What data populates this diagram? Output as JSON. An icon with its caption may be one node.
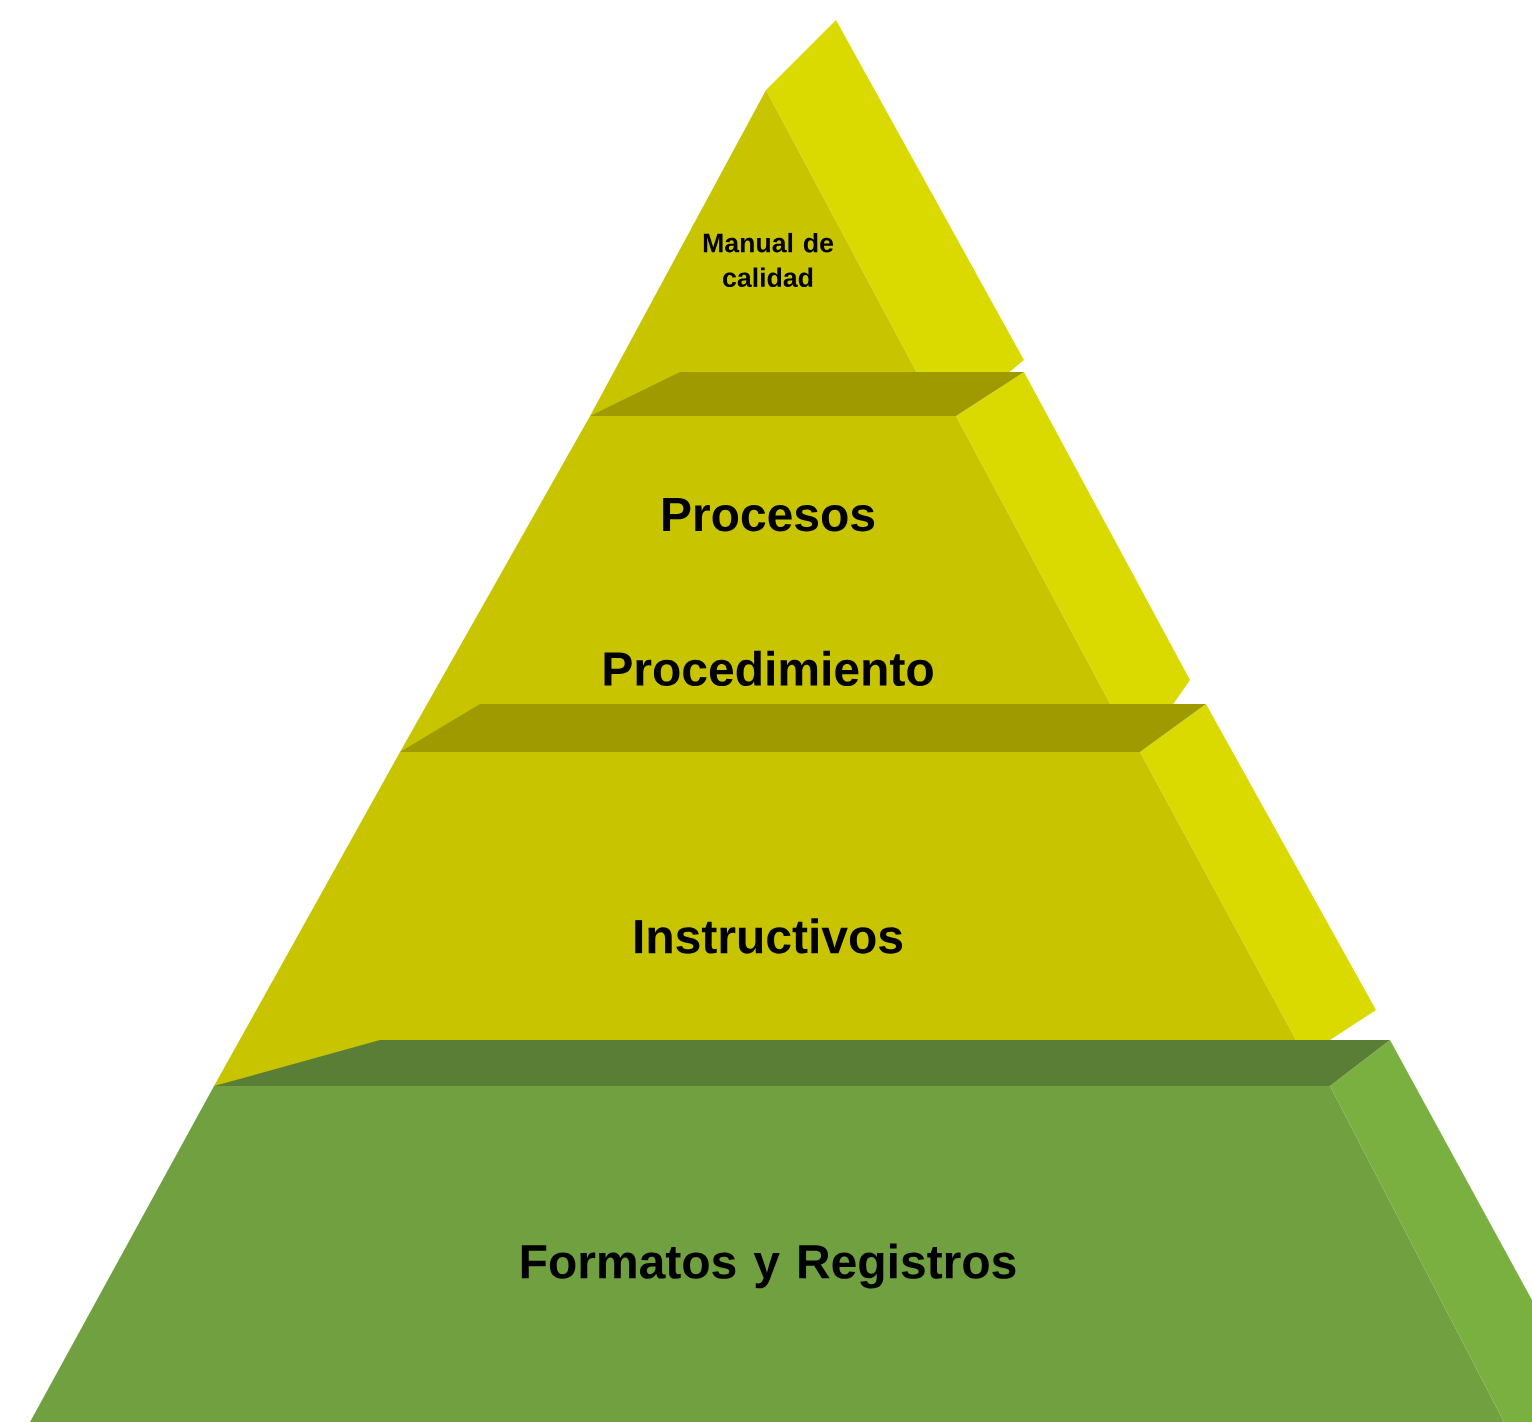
{
  "diagram": {
    "nodes": [
      {
        "text": [
          "Manual de calidad"
        ]
      },
      {
        "text": [
          "Procesos",
          "Procedimiento"
        ]
      },
      {
        "text": [
          "Instructivos"
        ]
      },
      {
        "text": [
          "Formatos y Registros"
        ]
      }
    ]
  }
}
